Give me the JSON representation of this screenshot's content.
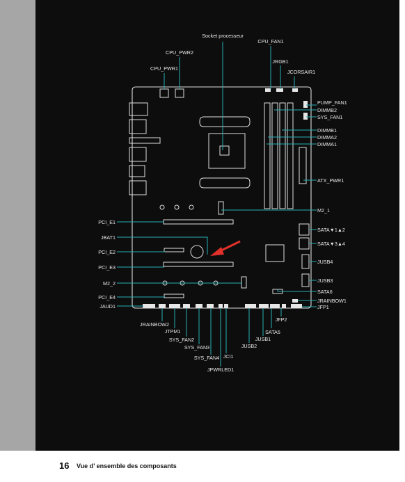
{
  "page": {
    "number": "16",
    "title": "Vue d’ ensemble des composants"
  },
  "labels": {
    "socket": "Socket processeur",
    "cpu_pwr2": "CPU_PWR2",
    "cpu_pwr1": "CPU_PWR1",
    "cpu_fan1": "CPU_FAN1",
    "jrgb1": "JRGB1",
    "jcorsair1": "JCORSAIR1",
    "pump_fan1": "PUMP_FAN1",
    "dimmb2": "DIMMB2",
    "sys_fan1": "SYS_FAN1",
    "dimmb1": "DIMMB1",
    "dimma2": "DIMMA2",
    "dimma1": "DIMMA1",
    "atx_pwr1": "ATX_PWR1",
    "m2_1": "M2_1",
    "sata12": "SATA▼1▲2",
    "sata34": "SATA▼3▲4",
    "jusb4": "JUSB4",
    "jusb3": "JUSB3",
    "sata6": "SATA6",
    "jrainbow1": "JRAINBOW1",
    "jfp1": "JFP1",
    "jfp2": "JFP2",
    "sata5": "SATA5",
    "jusb1": "JUSB1",
    "jusb2": "JUSB2",
    "pci_e1": "PCI_E1",
    "jbat1": "JBAT1",
    "pci_e2": "PCI_E2",
    "pci_e3": "PCI_E3",
    "m2_2": "M2_2",
    "pci_e4": "PCI_E4",
    "jaud1": "JAUD1",
    "jrainbow2": "JRAINBOW2",
    "jtpm1": "JTPM1",
    "sys_fan2": "SYS_FAN2",
    "sys_fan3": "SYS_FAN3",
    "sys_fan4": "SYS_FAN4",
    "jci1": "JCI1",
    "jpwrled1": "JPWRLED1"
  },
  "colors": {
    "leader": "#27aeb5",
    "arrow": "#e0312b",
    "panel": "#0d0d0d",
    "gutter": "#a6a6a6"
  }
}
